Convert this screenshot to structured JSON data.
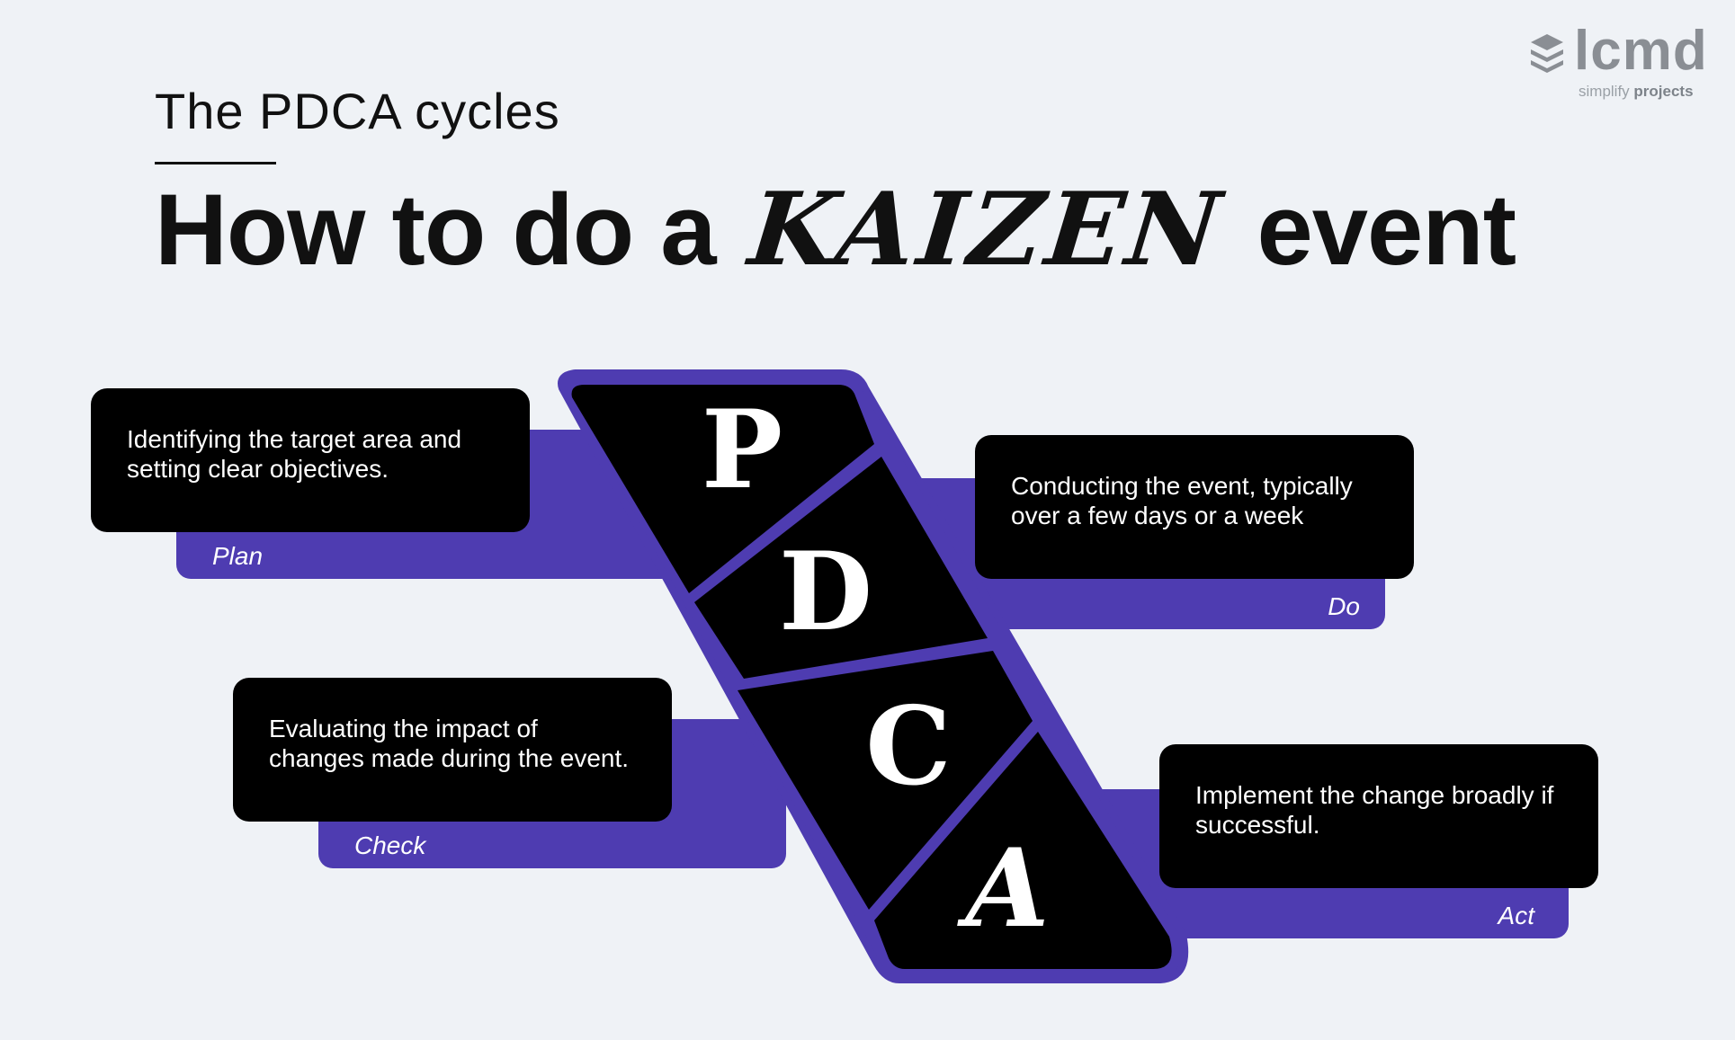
{
  "logo": {
    "wordmark": "lcmd",
    "tagline_prefix": "simplify ",
    "tagline_bold": "projects"
  },
  "header": {
    "subtitle": "The PDCA cycles",
    "title_before": "How to do a",
    "title_highlight": "KAIZEN",
    "title_after": "event"
  },
  "steps": [
    {
      "letter": "P",
      "label": "Plan",
      "text": "Identifying the target area and setting clear objectives."
    },
    {
      "letter": "D",
      "label": "Do",
      "text": "Conducting the event, typically over a few days or a week"
    },
    {
      "letter": "C",
      "label": "Check",
      "text": "Evaluating the impact of changes made during the event."
    },
    {
      "letter": "A",
      "label": "Act",
      "text": "Implement the change broadly if successful."
    }
  ],
  "colors": {
    "accent": "#4e3cb1",
    "background": "#eff2f6",
    "card": "#000000",
    "text_on_dark": "#ffffff"
  }
}
